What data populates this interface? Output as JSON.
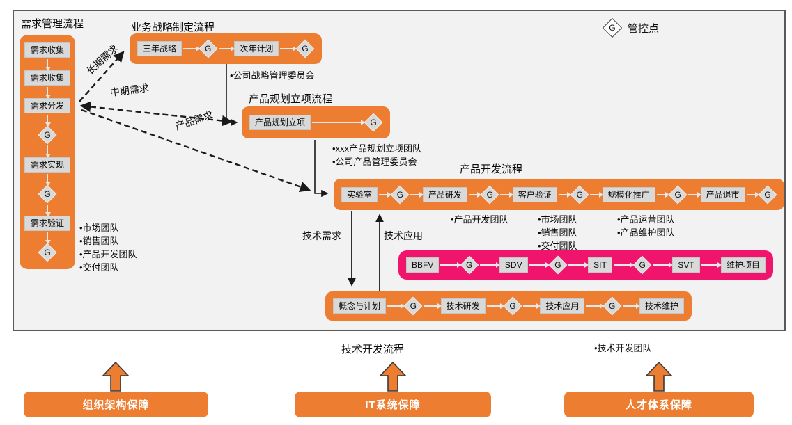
{
  "legend": {
    "symbol": "G",
    "label": "管控点"
  },
  "processes": {
    "requirements": {
      "title": "需求管理流程",
      "steps": [
        {
          "t": "box",
          "label": "需求收集"
        },
        {
          "t": "box",
          "label": "需求收集"
        },
        {
          "t": "box",
          "label": "需求分发"
        },
        {
          "t": "g",
          "label": "G"
        },
        {
          "t": "box",
          "label": "需求实现"
        },
        {
          "t": "g",
          "label": "G"
        },
        {
          "t": "box",
          "label": "需求验证"
        },
        {
          "t": "g",
          "label": "G"
        }
      ]
    },
    "strategy": {
      "title": "业务战略制定流程",
      "steps": [
        {
          "t": "box",
          "label": "三年战略"
        },
        {
          "t": "g",
          "label": "G"
        },
        {
          "t": "box",
          "label": "次年计划"
        },
        {
          "t": "g",
          "label": "G"
        }
      ]
    },
    "planning": {
      "title": "产品规划立项流程",
      "steps": [
        {
          "t": "box",
          "label": "产品规划立项"
        },
        {
          "t": "g",
          "label": "G"
        }
      ]
    },
    "product_dev": {
      "title": "产品开发流程",
      "steps": [
        {
          "t": "box",
          "label": "实验室"
        },
        {
          "t": "g",
          "label": "G"
        },
        {
          "t": "box",
          "label": "产品研发"
        },
        {
          "t": "g",
          "label": "G"
        },
        {
          "t": "box",
          "label": "客户验证"
        },
        {
          "t": "g",
          "label": "G"
        },
        {
          "t": "box",
          "label": "规模化推广"
        },
        {
          "t": "g",
          "label": "G"
        },
        {
          "t": "box",
          "label": "产品退市"
        },
        {
          "t": "g",
          "label": "G"
        }
      ]
    },
    "verification": {
      "steps": [
        {
          "t": "box",
          "label": "BBFV"
        },
        {
          "t": "g",
          "label": "G"
        },
        {
          "t": "box",
          "label": "SDV"
        },
        {
          "t": "g",
          "label": "G"
        },
        {
          "t": "box",
          "label": "SIT"
        },
        {
          "t": "g",
          "label": "G"
        },
        {
          "t": "box",
          "label": "SVT"
        },
        {
          "t": "box",
          "label": "维护项目"
        }
      ]
    },
    "tech_dev": {
      "title": "技术开发流程",
      "steps": [
        {
          "t": "box",
          "label": "概念与计划"
        },
        {
          "t": "g",
          "label": "G"
        },
        {
          "t": "box",
          "label": "技术研发"
        },
        {
          "t": "g",
          "label": "G"
        },
        {
          "t": "box",
          "label": "技术应用"
        },
        {
          "t": "g",
          "label": "G"
        },
        {
          "t": "box",
          "label": "技术维护"
        }
      ]
    }
  },
  "edge_labels": {
    "long_term": "长期需求",
    "mid_term": "中期需求",
    "product": "产品需求",
    "tech_req": "技术需求",
    "tech_app": "技术应用"
  },
  "notes": {
    "strategy": [
      "•公司战略管理委员会"
    ],
    "planning": [
      "•xxx产品规划立项团队",
      "•公司产品管理委员会"
    ],
    "requirements": [
      "•市场团队",
      "•销售团队",
      "•产品开发团队",
      "•交付团队"
    ],
    "product_dev": [
      "•产品开发团队"
    ],
    "market": [
      "•市场团队",
      "•销售团队",
      "•交付团队"
    ],
    "operations": [
      "•产品运营团队",
      "•产品维护团队"
    ],
    "tech": [
      "•技术开发团队"
    ]
  },
  "supports": [
    {
      "label": "组织架构保障"
    },
    {
      "label": "IT系统保障"
    },
    {
      "label": "人才体系保障"
    }
  ],
  "colors": {
    "orange": "#ED7D31",
    "pink": "#F0146C",
    "box": "#D9D9D9",
    "frameBg": "#F2F2F2",
    "frameBorder": "#595959",
    "arrowOnFill": "#E8E8E8",
    "connector": "#1A1A1A"
  }
}
